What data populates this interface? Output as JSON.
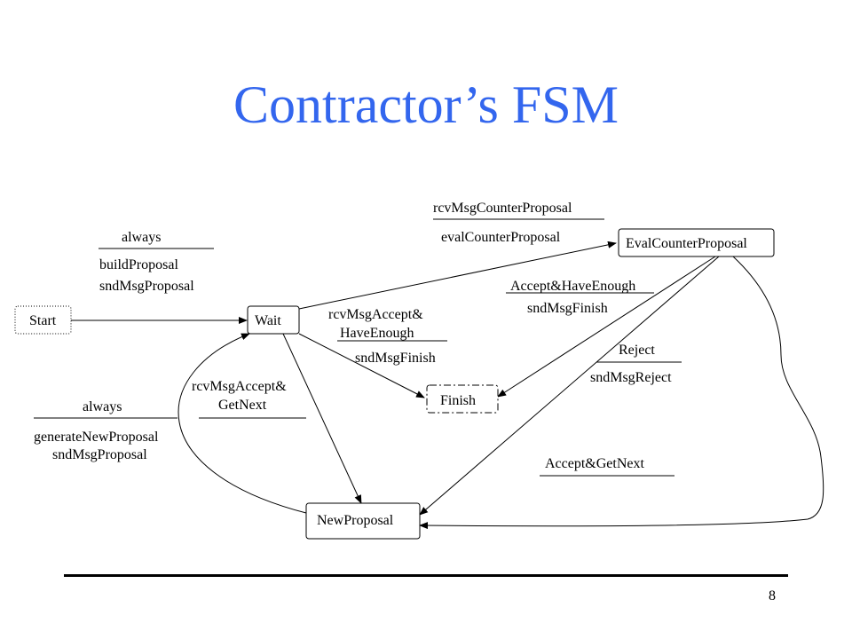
{
  "title": "Contractor’s FSM",
  "page_number": "8",
  "states": {
    "start": "Start",
    "wait": "Wait",
    "eval": "EvalCounterProposal",
    "finish": "Finish",
    "newproposal": "NewProposal"
  },
  "labels": {
    "start_wait_cond": "always",
    "start_wait_act1": "buildProposal",
    "start_wait_act2": "sndMsgProposal",
    "wait_eval_cond": "rcvMsgCounterProposal",
    "wait_eval_act": "evalCounterProposal",
    "wait_finish_cond1": "rcvMsgAccept&",
    "wait_finish_cond2": "HaveEnough",
    "wait_finish_act": "sndMsgFinish",
    "wait_new_cond1": "rcvMsgAccept&",
    "wait_new_cond2": "GetNext",
    "new_wait_cond": "always",
    "new_wait_act1": "generateNewProposal",
    "new_wait_act2": "sndMsgProposal",
    "eval_finish_cond": "Accept&HaveEnough",
    "eval_finish_act": "sndMsgFinish",
    "eval_new_reject_cond": "Reject",
    "eval_new_reject_act": "sndMsgReject",
    "eval_new_accept_cond": "Accept&GetNext"
  }
}
